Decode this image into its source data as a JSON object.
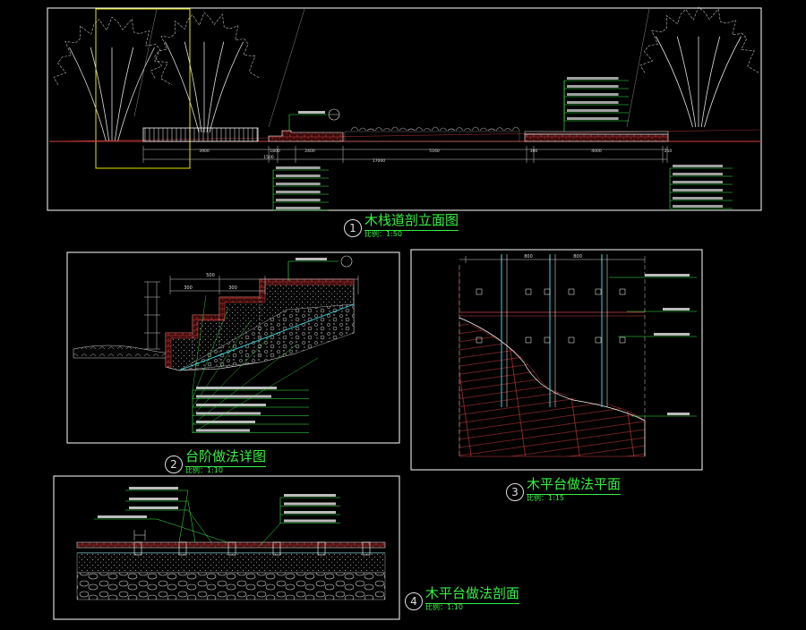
{
  "drawings": [
    {
      "number": "1",
      "title": "木栈道剖立面图",
      "scale": "比例：1:50"
    },
    {
      "number": "2",
      "title": "台阶做法详图",
      "scale": "比例：1:10"
    },
    {
      "number": "3",
      "title": "木平台做法平面",
      "scale": "比例：1:15"
    },
    {
      "number": "4",
      "title": "木平台做法剖面",
      "scale": "比例：1:10"
    }
  ],
  "dimensions_1": [
    "3900",
    "1800",
    "1500",
    "2400",
    "5160",
    "17000",
    "300",
    "4000",
    "210"
  ],
  "dimensions_2": [
    "500",
    "300",
    "300"
  ],
  "dimensions_3": [
    "800",
    "800"
  ],
  "colors": {
    "frame": "#ffffff",
    "leader": "#3cf04a",
    "hatch": "#d24040",
    "aggregate": "#cfcfcf",
    "cyan": "#37d9e0"
  }
}
